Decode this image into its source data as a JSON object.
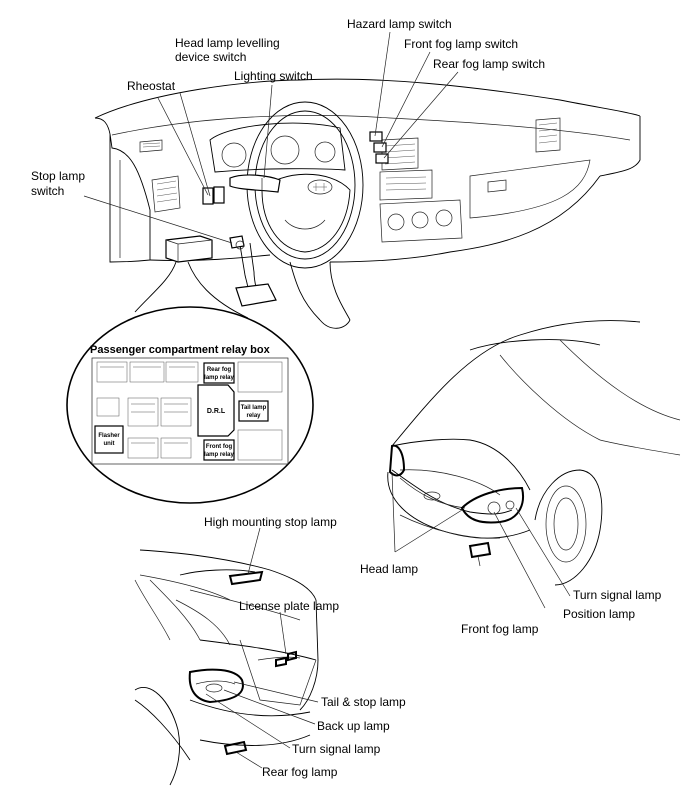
{
  "labels": {
    "hazard_lamp_switch": "Hazard lamp switch",
    "front_fog_lamp_switch": "Front fog lamp switch",
    "rear_fog_lamp_switch": "Rear fog lamp switch",
    "head_lamp_levelling_1": "Head lamp levelling",
    "head_lamp_levelling_2": "device switch",
    "lighting_switch": "Lighting switch",
    "rheostat": "Rheostat",
    "stop_lamp_switch_1": "Stop lamp",
    "stop_lamp_switch_2": "switch",
    "high_mounting_stop_lamp": "High mounting stop lamp",
    "license_plate_lamp": "License plate lamp",
    "tail_stop_lamp": "Tail & stop lamp",
    "back_up_lamp": "Back up lamp",
    "turn_signal_lamp_rear": "Turn signal lamp",
    "rear_fog_lamp": "Rear fog lamp",
    "head_lamp": "Head lamp",
    "front_fog_lamp": "Front fog lamp",
    "position_lamp": "Position lamp",
    "turn_signal_lamp_front": "Turn signal lamp"
  },
  "relay_box": {
    "title": "Passenger compartment relay box",
    "rear_fog_lamp_relay_1": "Rear fog",
    "rear_fog_lamp_relay_2": "lamp relay",
    "drl": "D.R.L",
    "tail_lamp_relay_1": "Tail lamp",
    "tail_lamp_relay_2": "relay",
    "flasher_unit_1": "Flasher",
    "flasher_unit_2": "unit",
    "front_fog_lamp_relay_1": "Front fog",
    "front_fog_lamp_relay_2": "lamp relay"
  }
}
